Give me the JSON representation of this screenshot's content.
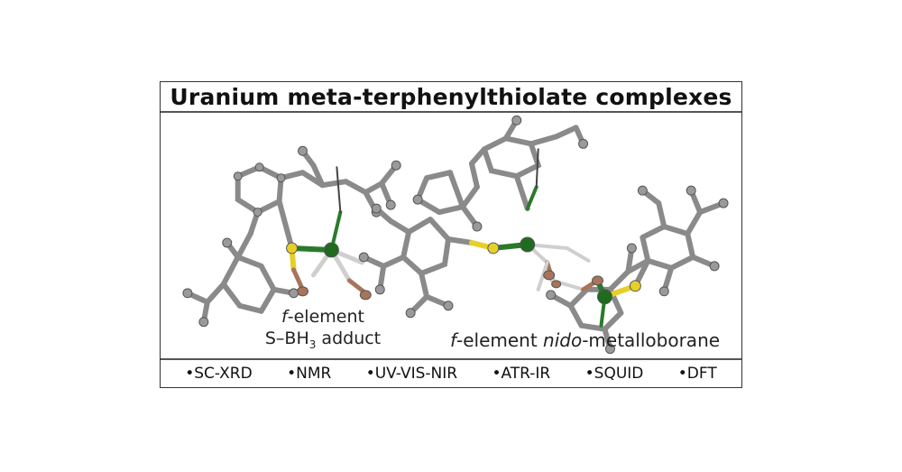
{
  "title": "Uranium meta-terphenylthiolate complexes",
  "captions": {
    "left_line1_prefix": "f",
    "left_line1_rest": "-element",
    "left_line2_a": "S–BH",
    "left_line2_sub": "3",
    "left_line2_b": " adduct",
    "right_prefix": "f",
    "right_mid": "-element ",
    "right_italic": "nido",
    "right_rest": "-metalloborane"
  },
  "techniques": [
    "•SC-XRD",
    "•NMR",
    "•UV-VIS-NIR",
    "•ATR-IR",
    "•SQUID",
    "•DFT"
  ],
  "colors": {
    "carbon": "#7f7f7f",
    "uranium": "#1f6b1f",
    "sulfur": "#e6cf2a",
    "boron": "#a8755a",
    "hydrogen": "#e8e8e8"
  }
}
